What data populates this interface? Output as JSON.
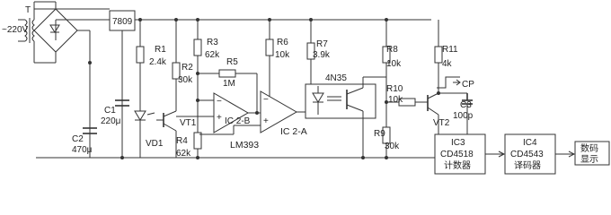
{
  "labels": {
    "ac_in": "~220V",
    "transformer": "T",
    "regulator": "7809",
    "r1_name": "R1",
    "r1_val": "2.4k",
    "r2_name": "R2",
    "r2_val": "30k",
    "r3_name": "R3",
    "r3_val": "62k",
    "r4_name": "R4",
    "r4_val": "62k",
    "r5_name": "R5",
    "r5_val": "1M",
    "r6_name": "R6",
    "r6_val": "10k",
    "r7_name": "R7",
    "r7_val": "3.9k",
    "r8_name": "R8",
    "r8_val": "10k",
    "r9_name": "R9",
    "r9_val": "30k",
    "r10_name": "R10",
    "r10_val": "10k",
    "r11_name": "R11",
    "r11_val": "4k",
    "c1_name": "C1",
    "c1_val": "220μ",
    "c2_name": "C2",
    "c2_val": "470μ",
    "c3_name": "C3",
    "c3_val": "100p",
    "vd1": "VD1",
    "vt1": "VT1",
    "vt2": "VT2",
    "ic2b": "IC 2-B",
    "ic2a": "IC 2-A",
    "lm393": "LM393",
    "optocoupler": "4N35",
    "cp": "CP",
    "ic3_line1": "IC3",
    "ic3_line2": "CD4518",
    "ic3_line3": "计数器",
    "ic4_line1": "IC4",
    "ic4_line2": "CD4543",
    "ic4_line3": "译码器",
    "display_line1": "数码",
    "display_line2": "显示"
  }
}
